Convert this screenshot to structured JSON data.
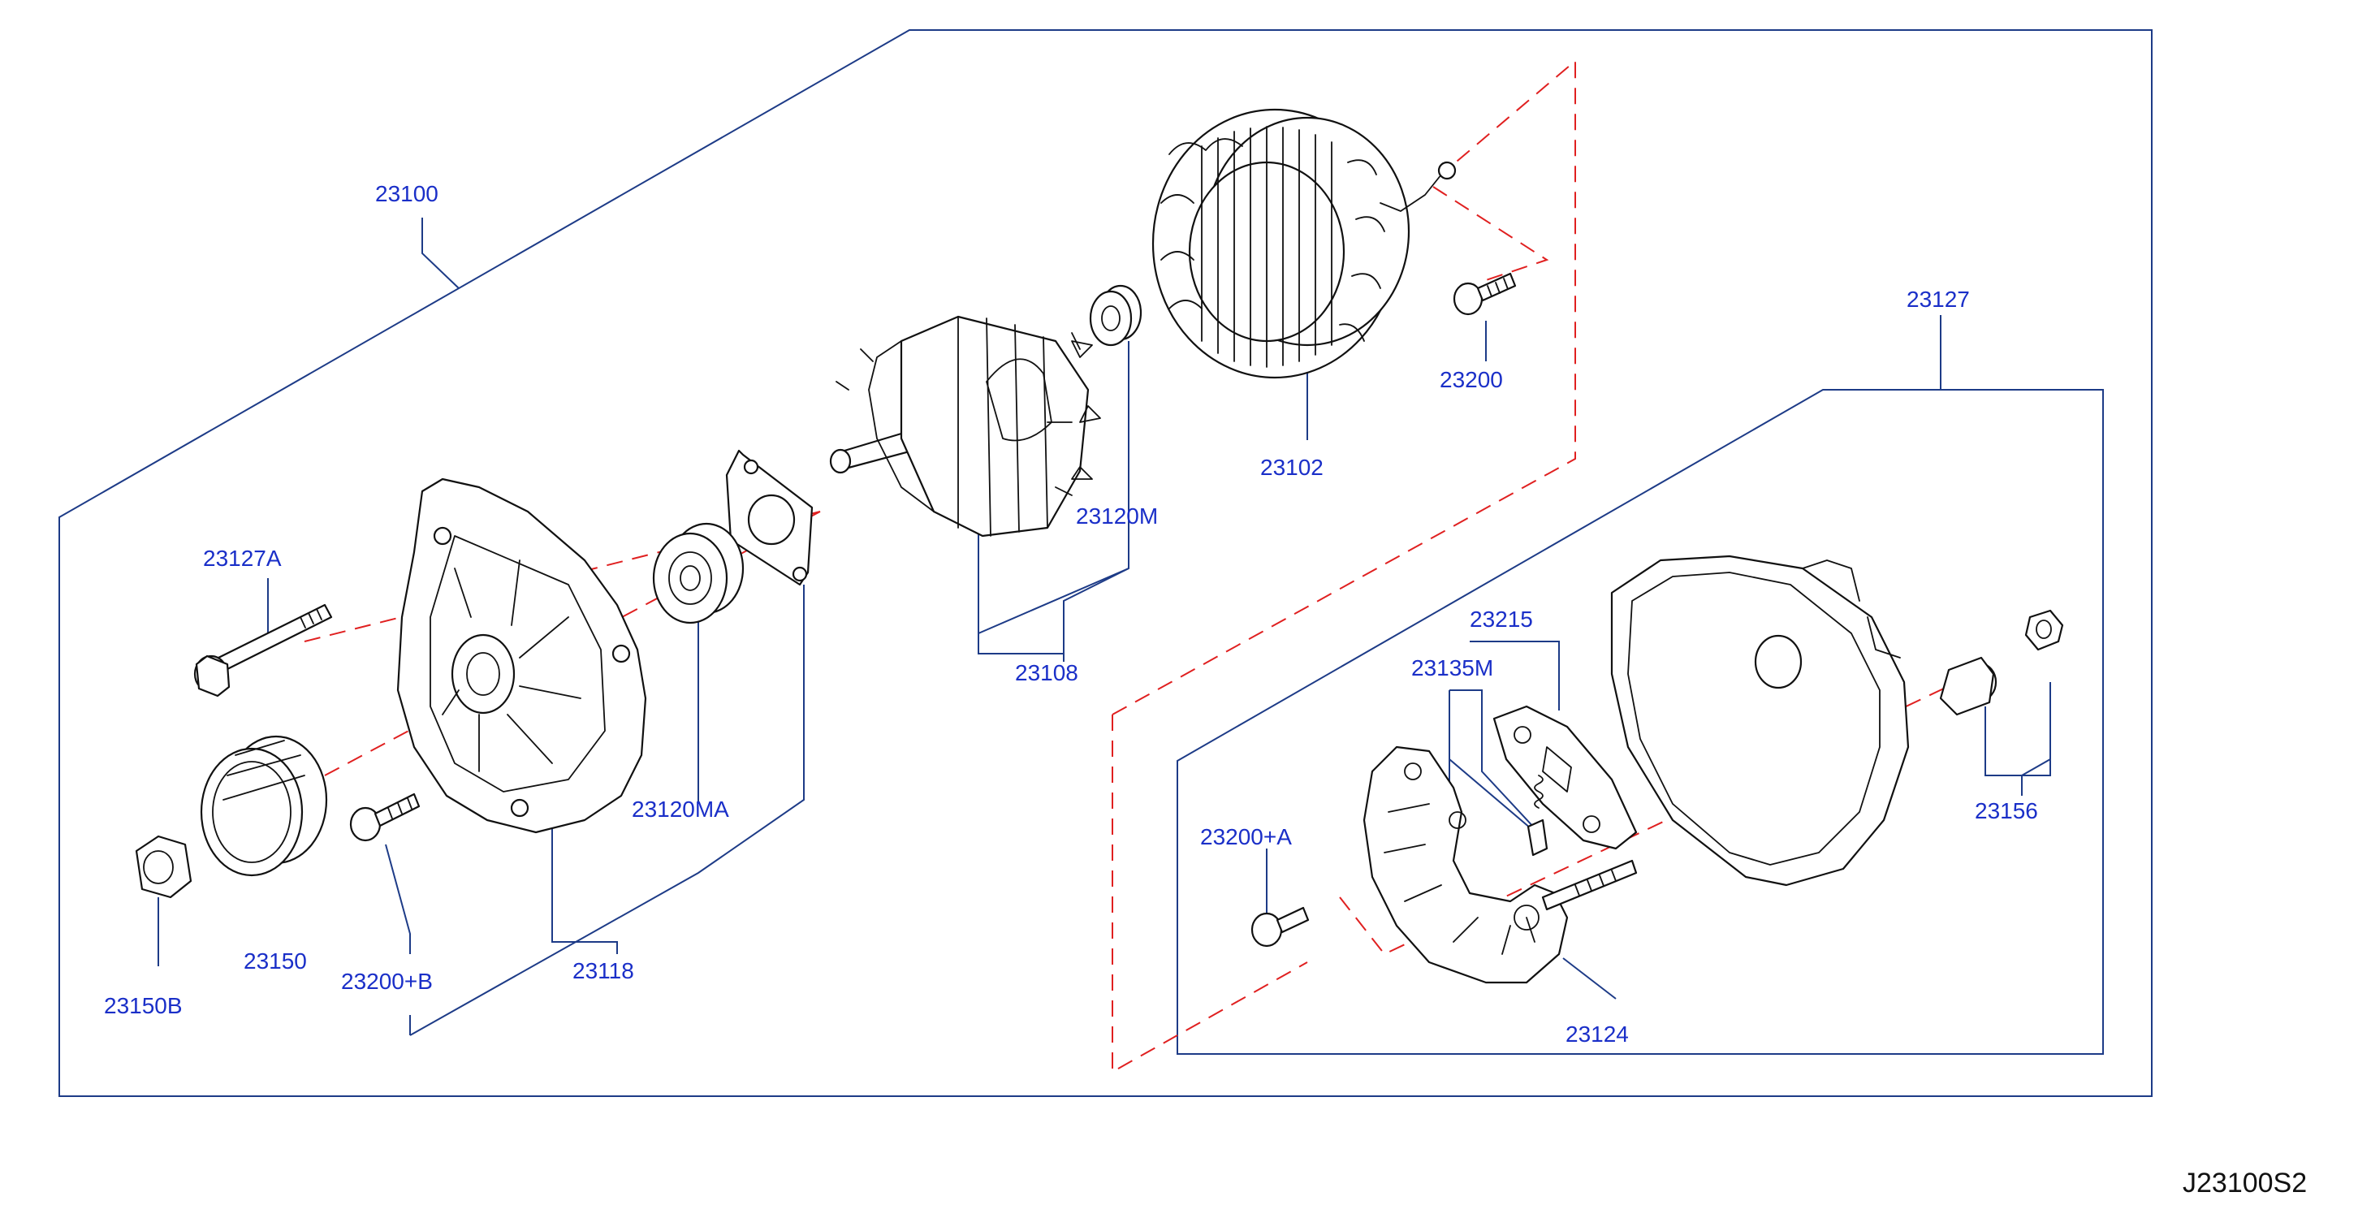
{
  "callouts": {
    "c23100": "23100",
    "c23127": "23127",
    "c23102": "23102",
    "c23200": "23200",
    "c23120M": "23120M",
    "c23108": "23108",
    "c23127A": "23127A",
    "c23120MA": "23120MA",
    "c23150": "23150",
    "c23150B": "23150B",
    "c23200B": "23200+B",
    "c23118": "23118",
    "c23215": "23215",
    "c23135M": "23135M",
    "c23200A": "23200+A",
    "c23156": "23156",
    "c23124": "23124"
  },
  "drawing_code": "J23100S2",
  "colors": {
    "callout_text": "#1a2fc8",
    "frame_lines": "#1d3b87",
    "assembly_dashes": "#e02020",
    "part_outline": "#111111"
  }
}
